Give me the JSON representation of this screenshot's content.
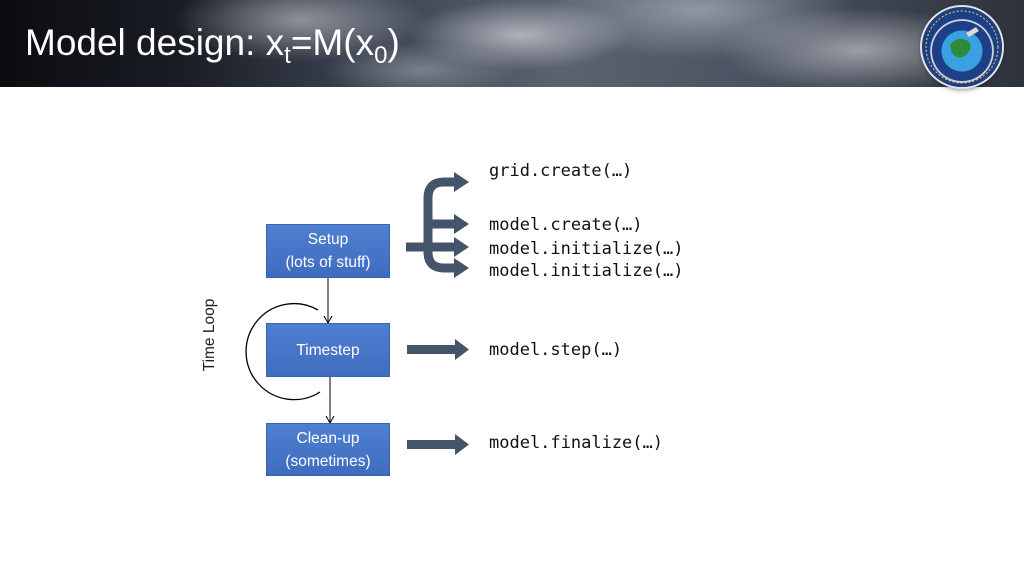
{
  "header": {
    "title_prefix": "Model design: x",
    "title_sub_t": "t",
    "title_mid": "=M(x",
    "title_sub_0": "0",
    "title_suffix": ")"
  },
  "diagram": {
    "boxes": {
      "setup_line1": "Setup",
      "setup_line2": "(lots of stuff)",
      "timestep": "Timestep",
      "cleanup_line1": "Clean-up",
      "cleanup_line2": "(sometimes)"
    },
    "loop_label": "Time Loop",
    "calls": {
      "grid_create": "grid.create(…)",
      "model_create": "model.create(…)",
      "model_initialize_1": "model.initialize(…)",
      "model_initialize_2": "model.initialize(…)",
      "model_step": "model.step(…)",
      "model_finalize": "model.finalize(…)"
    },
    "colors": {
      "box_fill": "#4472c4",
      "arrow": "#44546a"
    }
  }
}
